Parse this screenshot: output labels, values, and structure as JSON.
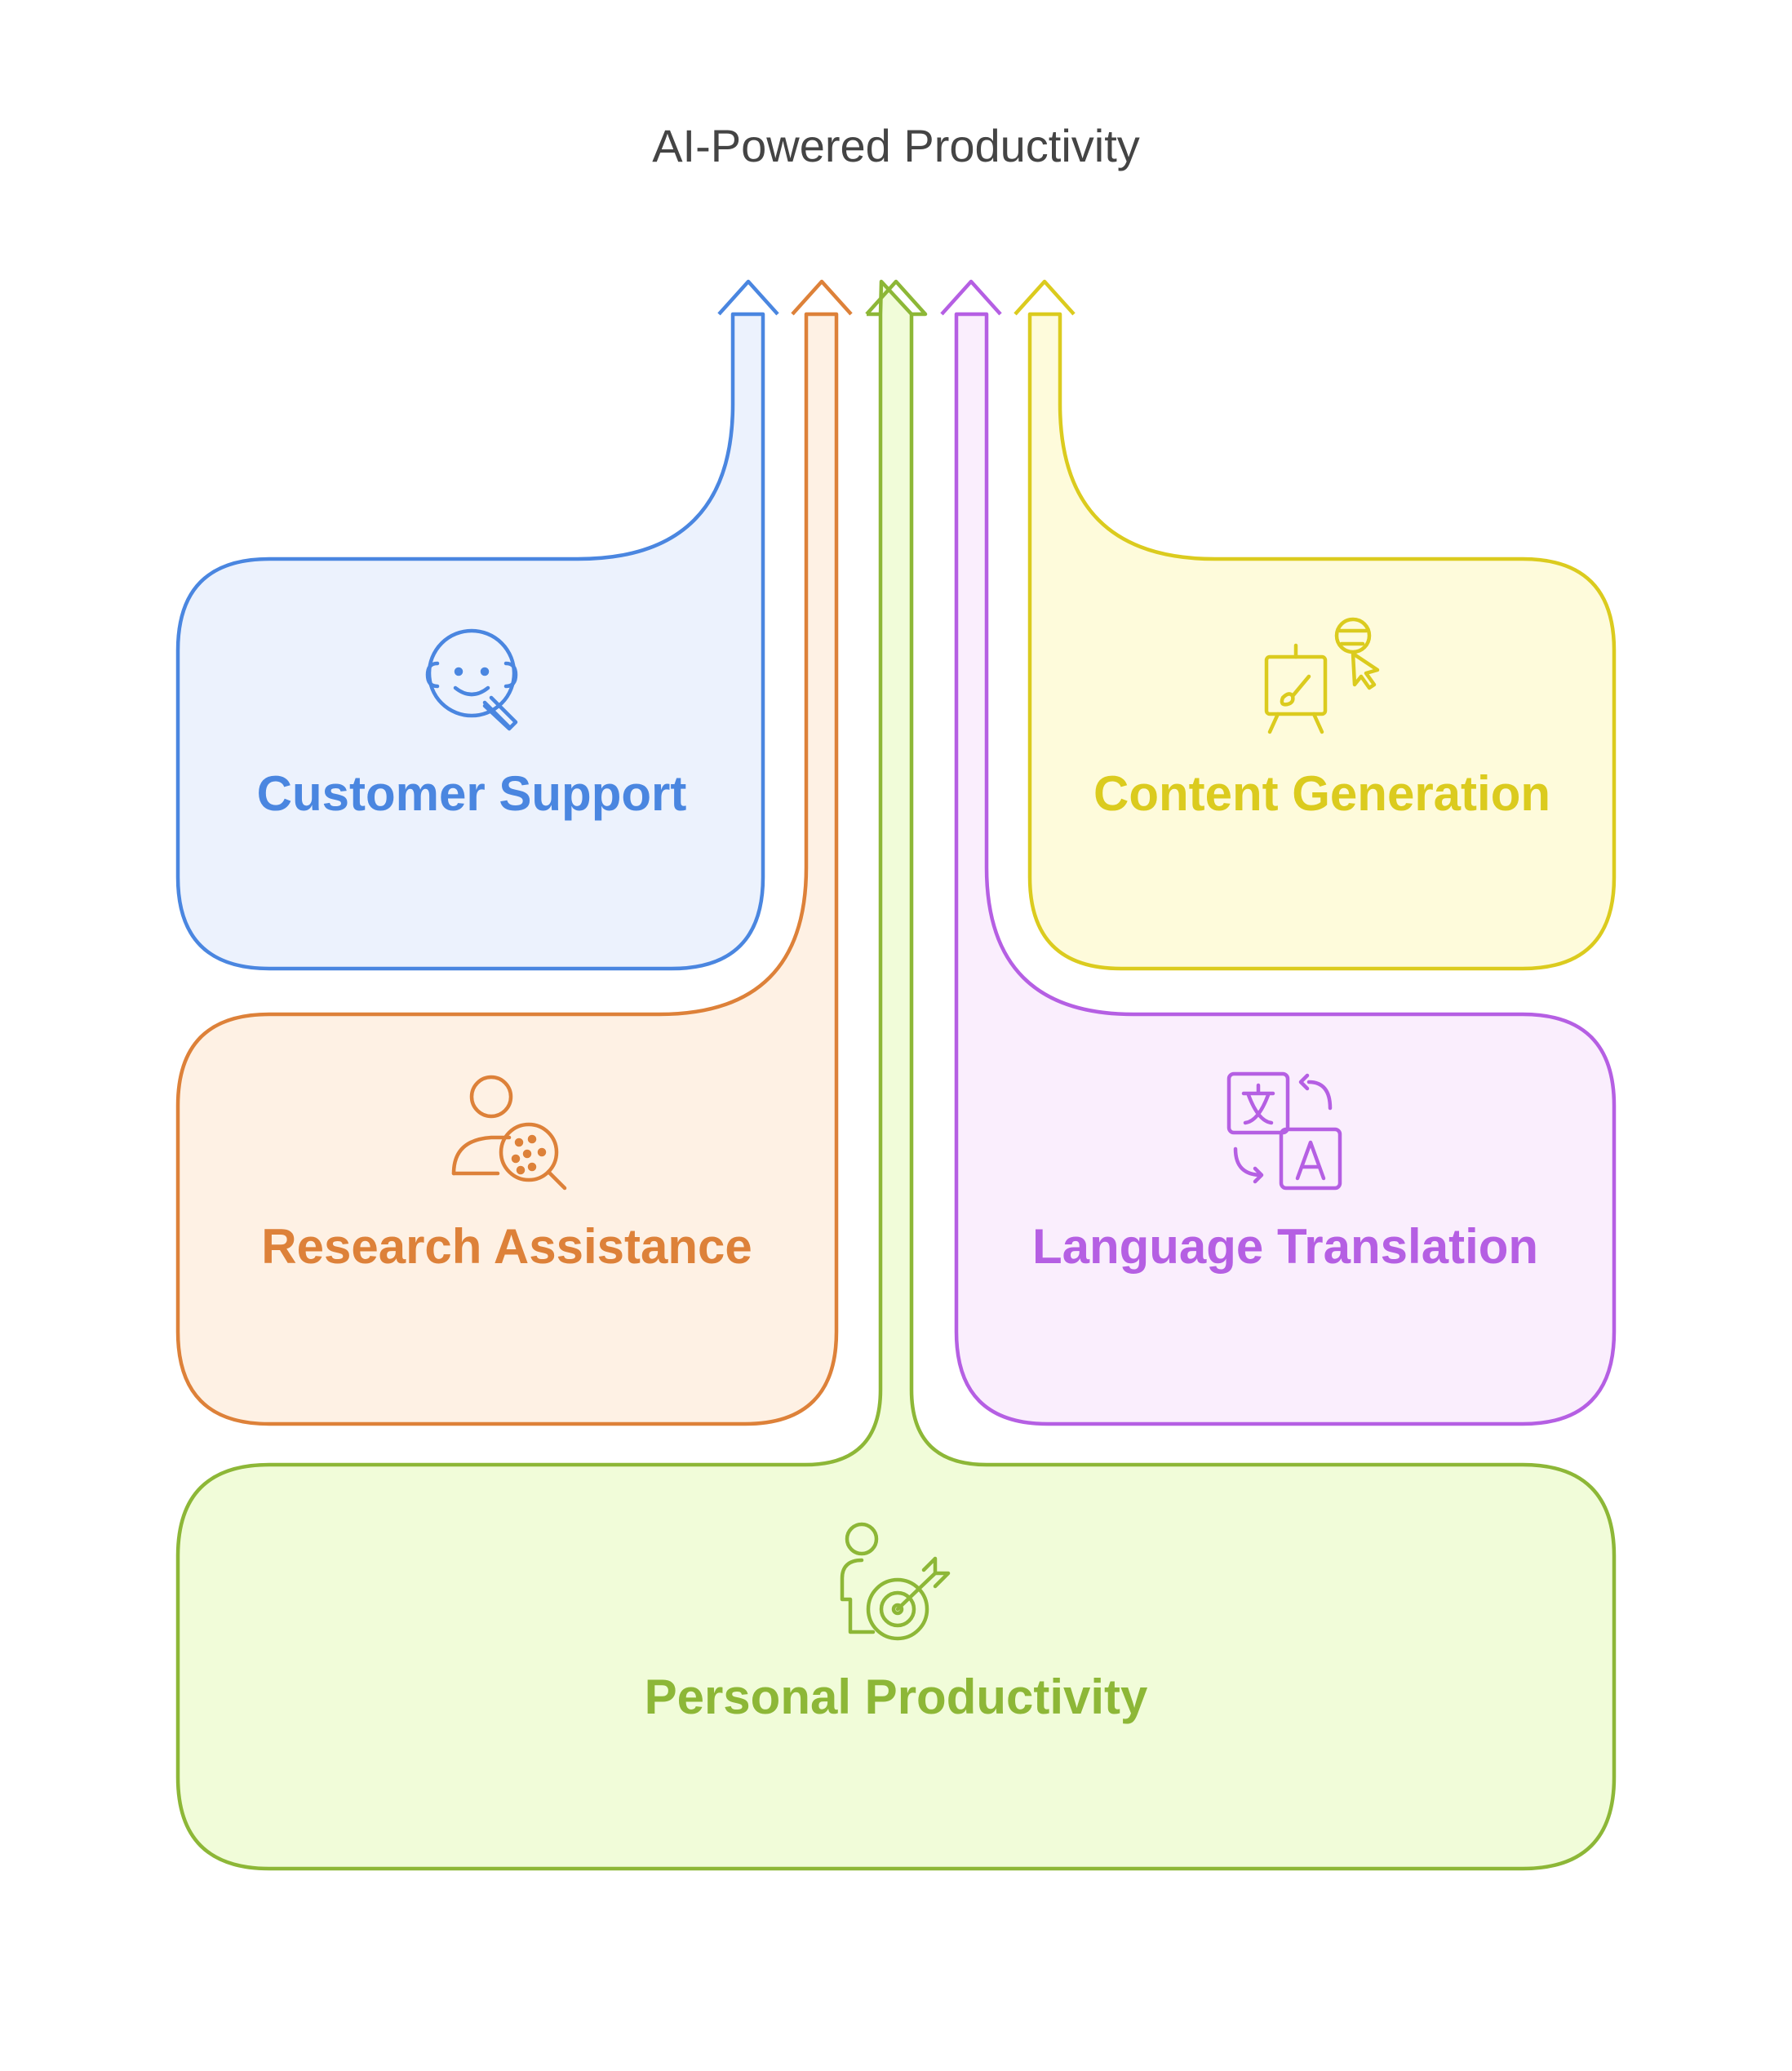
{
  "title": "AI-Powered Productivity",
  "sections": {
    "customer_support": {
      "label": "Customer Support",
      "icon": "support-agent-icon",
      "stroke": "#4A86E0",
      "fill": "#ECF2FD"
    },
    "research_assistance": {
      "label": "Research Assistance",
      "icon": "research-magnifier-icon",
      "stroke": "#DD8139",
      "fill": "#FEF1E4"
    },
    "personal_productivity": {
      "label": "Personal Productivity",
      "icon": "person-target-icon",
      "stroke": "#8DB737",
      "fill": "#F1FCD9"
    },
    "language_translation": {
      "label": "Language Translation",
      "icon": "translate-icon",
      "stroke": "#B55FE3",
      "fill": "#FAEEFD"
    },
    "content_generation": {
      "label": "Content Generation",
      "icon": "easel-cursor-icon",
      "stroke": "#DBCB1E",
      "fill": "#FEFBDB"
    }
  }
}
